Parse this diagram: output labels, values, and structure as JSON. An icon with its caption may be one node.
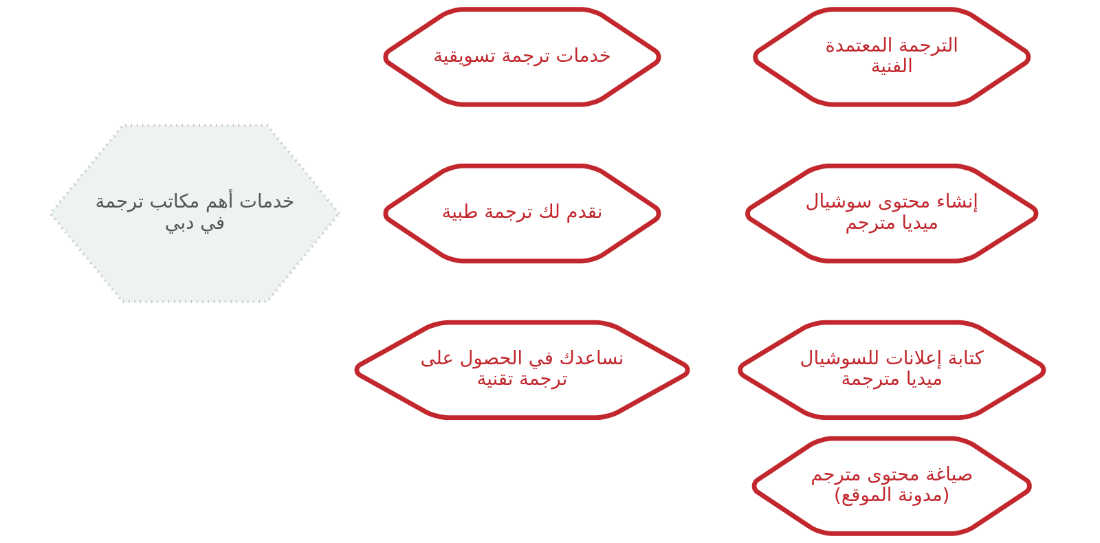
{
  "diagram": {
    "nodes": [
      {
        "text": [
          "خدمات أهم مكاتب ترجمة في دبي"
        ]
      },
      {
        "text": [
          "خدمات ترجمة تسويقية"
        ]
      },
      {
        "text": [
          "الترجمة المعتمدة الفنية"
        ]
      },
      {
        "text": [
          "نقدم لك ترجمة طبية"
        ]
      },
      {
        "text": [
          "إنشاء محتوى سوشيال ميديا مترجم"
        ]
      },
      {
        "text": [
          "نساعدك في الحصول على ترجمة تقنية"
        ]
      },
      {
        "text": [
          "كتابة إعلانات للسوشيال ميديا مترجمة"
        ]
      },
      {
        "text": [
          "صياغة محتوى مترجم (مدونة الموقع)"
        ]
      }
    ],
    "edges": []
  }
}
